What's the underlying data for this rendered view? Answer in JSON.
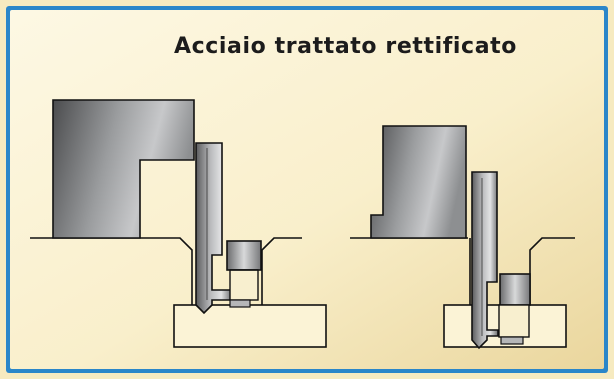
{
  "title": "Acciaio trattato rettificato",
  "colors": {
    "panel_light": "#fbf4d8",
    "panel_dark": "#eedda8",
    "border_blue": "#1d7fc4",
    "border_outer": "#f3e5b5",
    "steel_dark": "#4a4b4d",
    "steel_mid": "#8f9193",
    "steel_light": "#c9cacb",
    "line": "#111111"
  },
  "figures": [
    {
      "name": "left-assembly",
      "label": ""
    },
    {
      "name": "right-assembly",
      "label": ""
    }
  ]
}
